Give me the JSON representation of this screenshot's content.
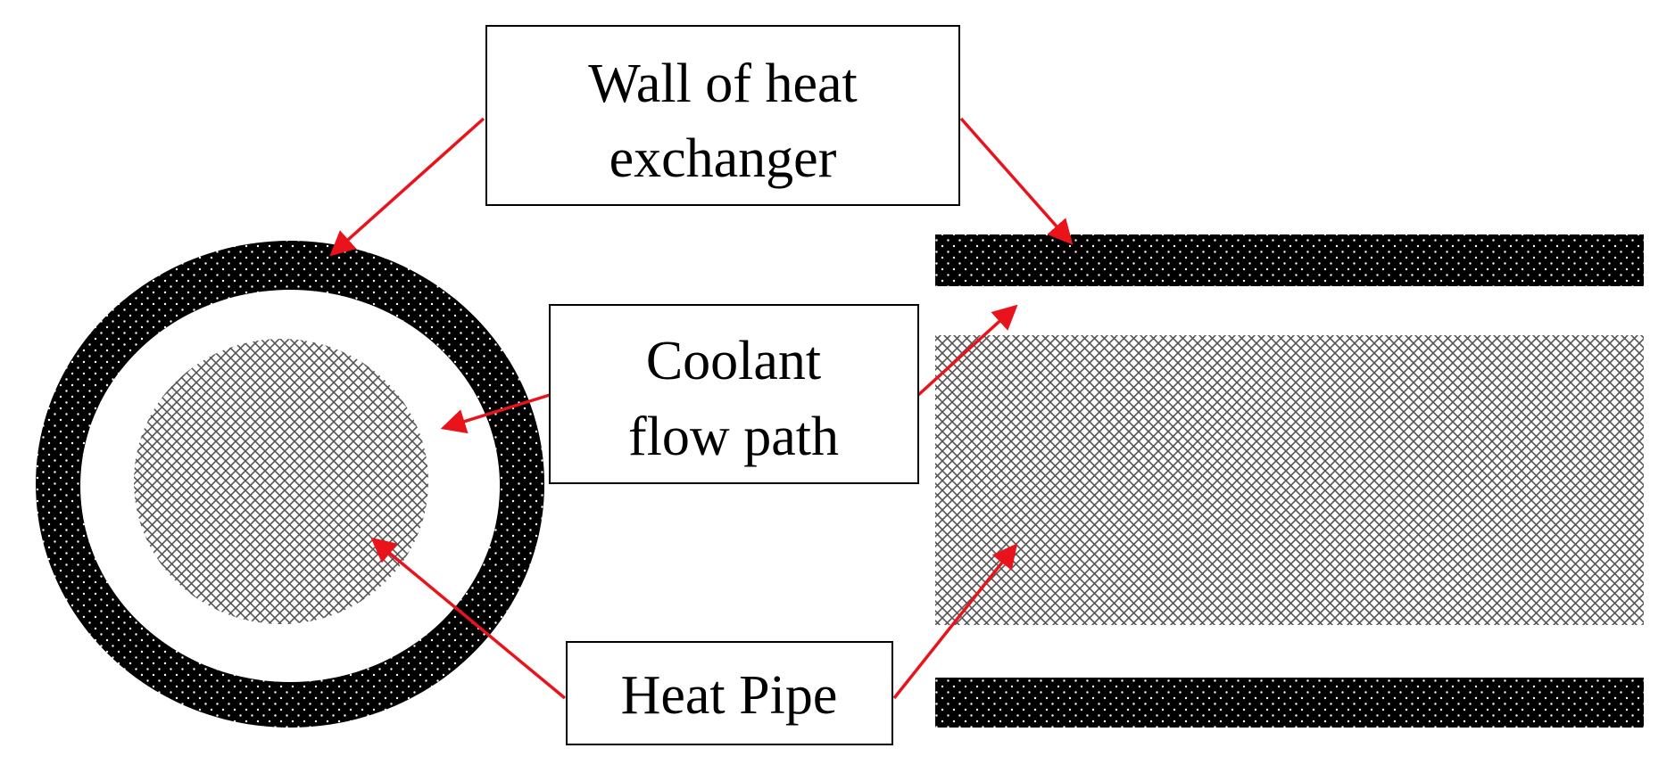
{
  "labels": {
    "wall": [
      "Wall of heat",
      "exchanger"
    ],
    "coolant": [
      "Coolant",
      "flow path"
    ],
    "heat_pipe": [
      "Heat Pipe"
    ]
  },
  "colors": {
    "wall_fill": "#000000",
    "wall_dots": "#ffffff",
    "heat_pipe_mesh": "#555555",
    "arrow": "#e8131b",
    "background": "#ffffff"
  }
}
